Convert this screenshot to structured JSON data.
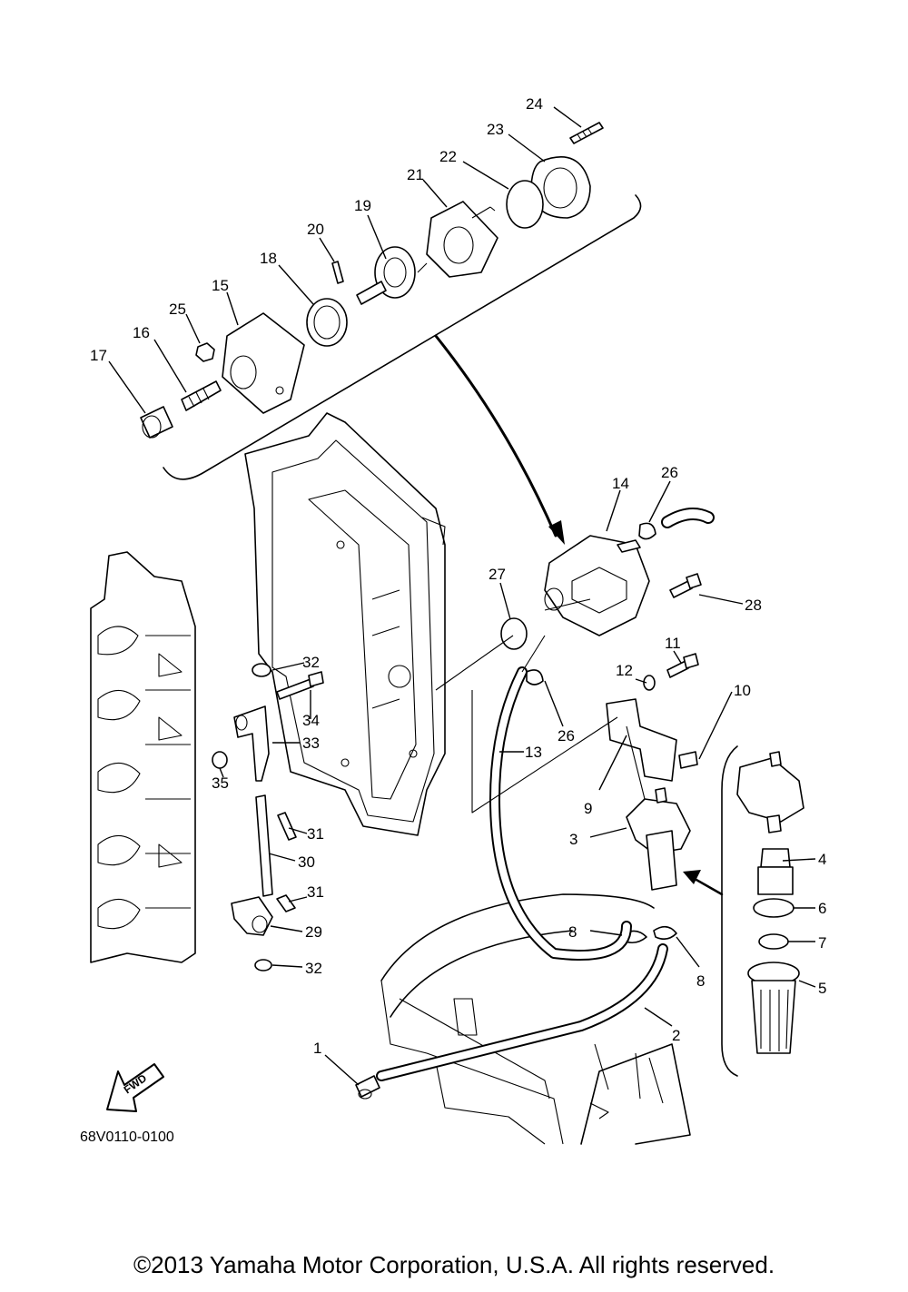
{
  "diagram": {
    "drawing_code": "68V0110-0100",
    "fwd_label": "FWD",
    "callouts": [
      "24",
      "23",
      "22",
      "21",
      "19",
      "20",
      "18",
      "15",
      "25",
      "16",
      "17",
      "14",
      "26",
      "27",
      "28",
      "11",
      "12",
      "10",
      "32",
      "34",
      "33",
      "35",
      "13",
      "26",
      "9",
      "3",
      "31",
      "30",
      "31",
      "4",
      "6",
      "7",
      "8",
      "5",
      "29",
      "32",
      "8",
      "2",
      "1"
    ]
  },
  "footer": {
    "copyright": "©2013 Yamaha Motor Corporation, U.S.A. All rights reserved."
  }
}
